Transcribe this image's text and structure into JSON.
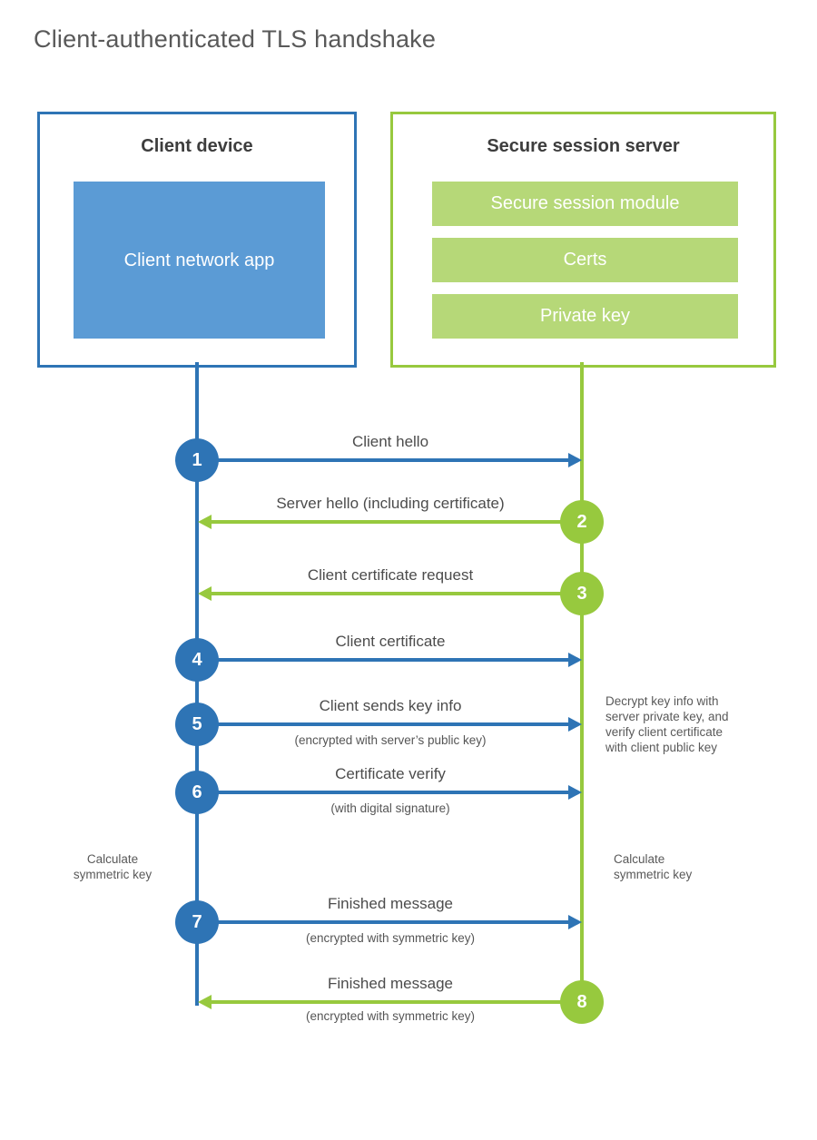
{
  "title": "Client-authenticated TLS handshake",
  "colors": {
    "blue": "#2e74b5",
    "blue_light": "#5b9bd5",
    "green": "#97c93e",
    "green_light": "#b6d878"
  },
  "client_box": {
    "title": "Client device",
    "app_label": "Client network app"
  },
  "server_box": {
    "title": "Secure session server",
    "modules": [
      "Secure session module",
      "Certs",
      "Private key"
    ]
  },
  "steps": [
    {
      "num": "1",
      "actor": "client",
      "label": "Client hello"
    },
    {
      "num": "2",
      "actor": "server",
      "label": "Server hello (including certificate)"
    },
    {
      "num": "3",
      "actor": "server",
      "label": "Client certificate request"
    },
    {
      "num": "4",
      "actor": "client",
      "label": "Client certificate"
    },
    {
      "num": "5",
      "actor": "client",
      "label": "Client sends key info",
      "sub": "(encrypted with server’s public key)"
    },
    {
      "num": "6",
      "actor": "client",
      "label": "Certificate verify",
      "sub": "(with digital signature)"
    },
    {
      "num": "7",
      "actor": "client",
      "label": "Finished message",
      "sub": "(encrypted with symmetric key)"
    },
    {
      "num": "8",
      "actor": "server",
      "label": "Finished message",
      "sub": "(encrypted with symmetric key)"
    }
  ],
  "annotations": {
    "decrypt_lines": [
      "Decrypt key info with",
      "server private key, and",
      "verify client certificate",
      "with client public key"
    ],
    "calc_lines": [
      "Calculate",
      "symmetric key"
    ]
  }
}
